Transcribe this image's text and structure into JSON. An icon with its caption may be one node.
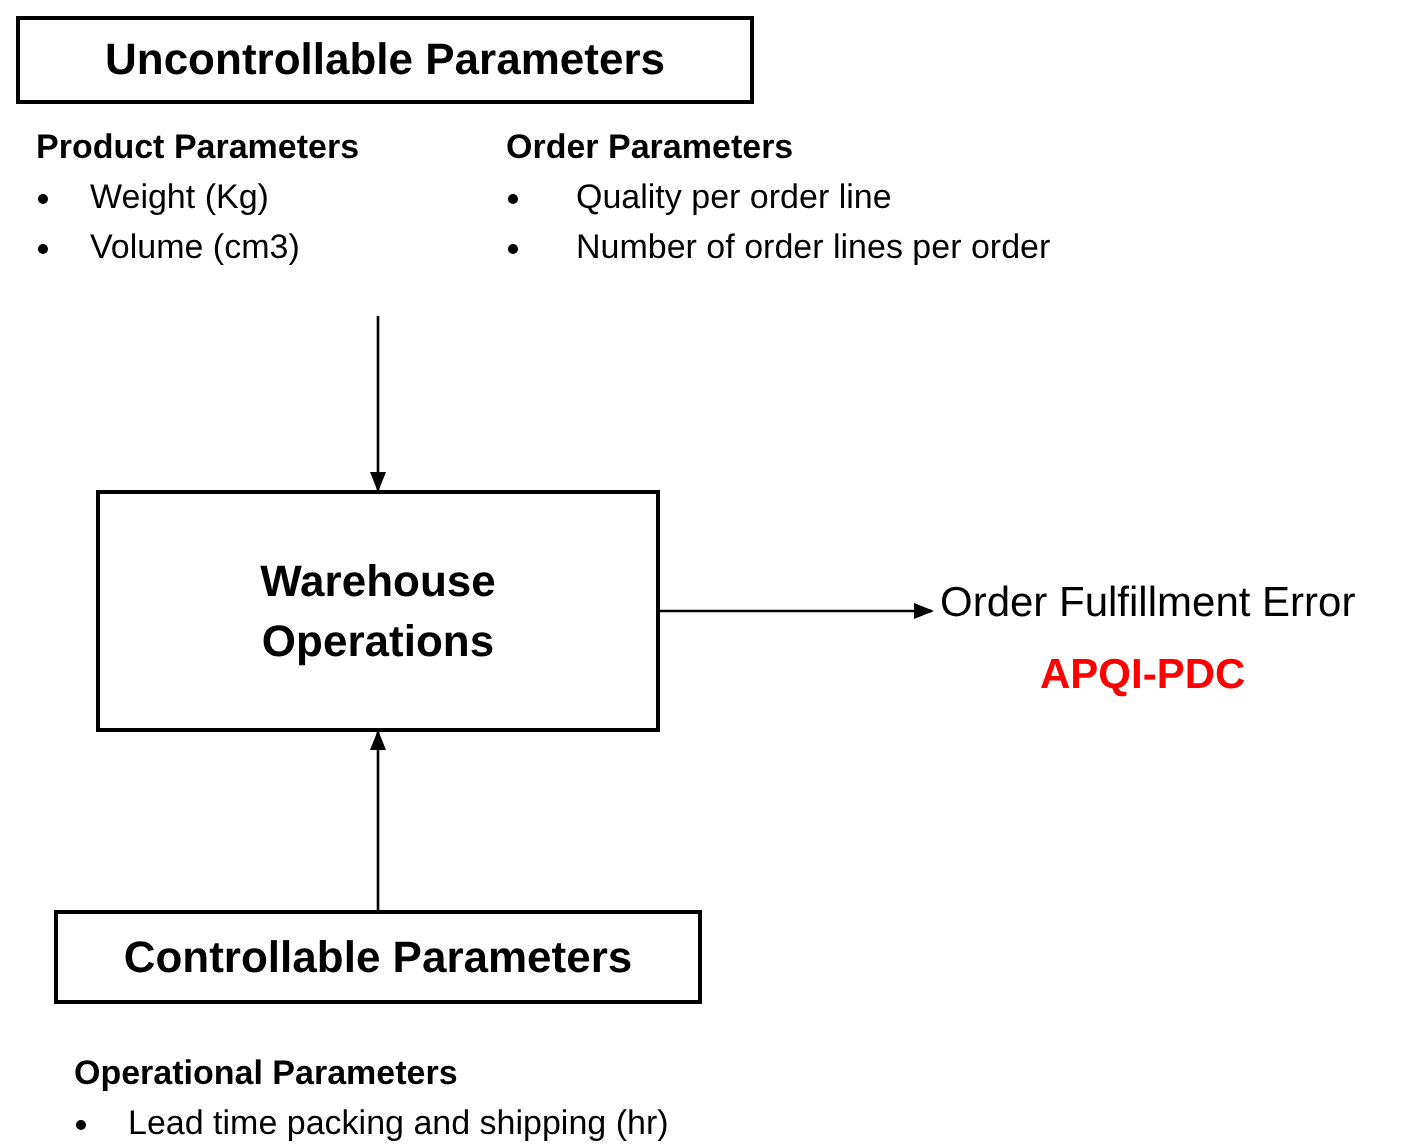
{
  "diagram": {
    "nodes": [
      {
        "text": [
          "Uncontrollable Parameters",
          "Product Parameters",
          "Weight (Kg)",
          "Volume (cm3)",
          "Order Parameters",
          "Quality per order line",
          "Number of order lines per order"
        ]
      },
      {
        "text": [
          "Warehouse Operations"
        ]
      },
      {
        "text": [
          "Order Fulfillment Error",
          "APQI-PDC"
        ]
      },
      {
        "text": [
          "Controllable Parameters",
          "Operational Parameters",
          "Lead time packing and shipping (hr)"
        ]
      }
    ],
    "edges": [
      {
        "from": 0,
        "to": 1,
        "arrow": "to"
      },
      {
        "from": 1,
        "to": 2,
        "arrow": "to"
      },
      {
        "from": 3,
        "to": 1,
        "arrow": "to"
      }
    ]
  }
}
